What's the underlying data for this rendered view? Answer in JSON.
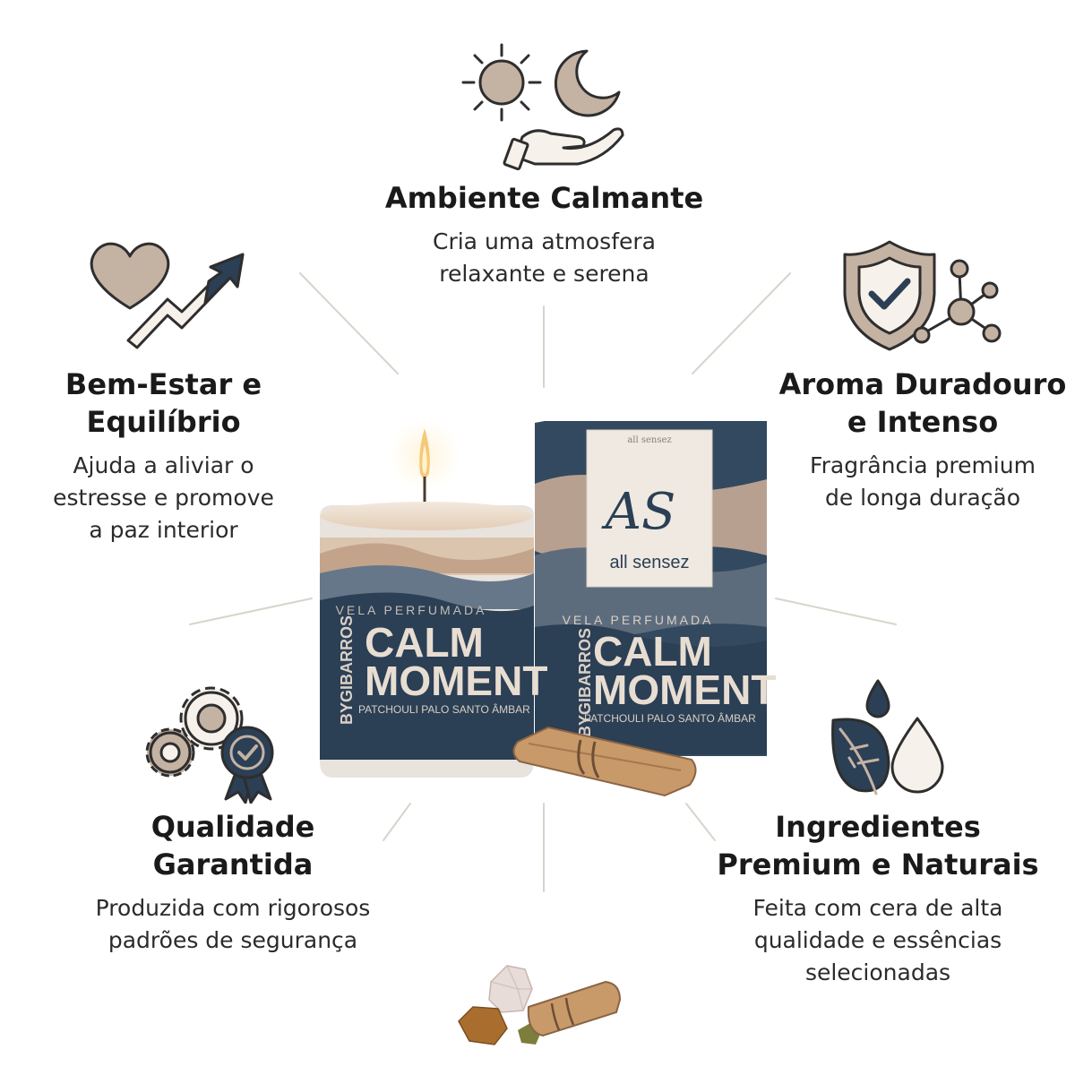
{
  "features": {
    "ambiente": {
      "title": "Ambiente Calmante",
      "line1": "Cria uma atmosfera",
      "line2": "relaxante e serena",
      "icon": "sun-moon-hand-icon"
    },
    "bem_estar": {
      "title1": "Bem-Estar e",
      "title2": "Equilíbrio",
      "line1": "Ajuda a aliviar o",
      "line2": "estresse e promove",
      "line3": "a paz interior",
      "icon": "heart-growth-arrow-icon"
    },
    "aroma": {
      "title1": "Aroma Duradouro",
      "title2": "e Intenso",
      "line1": "Fragrância premium",
      "line2": "de longa duração",
      "icon": "shield-molecule-icon"
    },
    "qualidade": {
      "title1": "Qualidade",
      "title2": "Garantida",
      "line1": "Produzida com rigorosos",
      "line2": "padrões de segurança",
      "icon": "gears-badge-icon"
    },
    "ingredientes": {
      "title1": "Ingredientes",
      "title2": "Premium e Naturais",
      "line1": "Feita com cera de alta",
      "line2": "qualidade e essências",
      "line3": "selecionadas",
      "icon": "leaf-drops-icon"
    }
  },
  "product": {
    "brand_mark": "AS",
    "brand_name": "all sensez",
    "lid_script": "all sensez",
    "type_label": "VELA PERFUMADA",
    "name_line1": "CALM",
    "name_line2": "MOMENT",
    "side_text": "BYGIBARROS",
    "notes": "PATCHOULI PALO SANTO ÂMBAR"
  },
  "colors": {
    "navy": "#2b3f55",
    "beige": "#c4b2a3",
    "sand": "#b89a82",
    "cream": "#f2ece4",
    "spoke": "#d9d4cb"
  }
}
